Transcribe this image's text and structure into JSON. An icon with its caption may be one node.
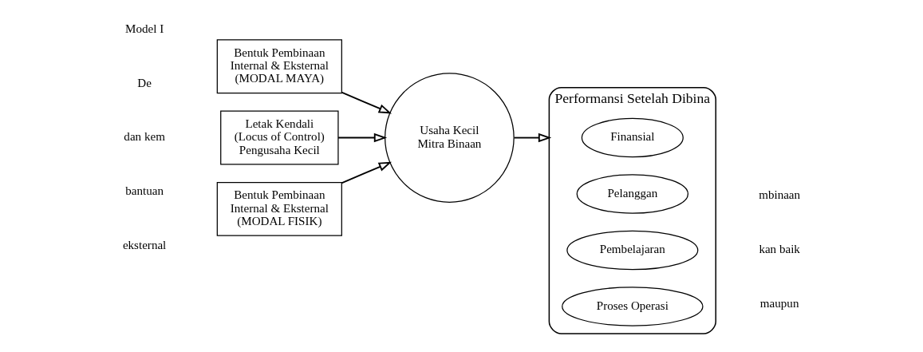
{
  "diagram": {
    "nodes": [
      {
        "text": [
          "Bentuk Pembinaan",
          "Internal & Eksternal",
          "(MODAL MAYA)"
        ]
      },
      {
        "text": [
          "Letak Kendali",
          "(Locus of Control)",
          "Pengusaha Kecil"
        ]
      },
      {
        "text": [
          "Usaha Kecil",
          "Mitra Binaan"
        ]
      },
      {
        "text": [
          "Bentuk Pembinaan",
          "Internal & Eksternal",
          "(MODAL FISIK)"
        ]
      },
      {
        "text": [
          "Performansi Setelah Dibina"
        ]
      },
      {
        "text": [
          "Finansial"
        ],
        "in": 4
      },
      {
        "text": [
          "Pelanggan"
        ],
        "in": 4
      },
      {
        "text": [
          "Pembelajaran"
        ],
        "in": 4
      },
      {
        "text": [
          "Proses Operasi"
        ],
        "in": 4
      }
    ],
    "edges": [
      {
        "from": 0,
        "to": 2,
        "arrow": "to"
      },
      {
        "from": 1,
        "to": 2,
        "arrow": "to"
      },
      {
        "from": 3,
        "to": 2,
        "arrow": "to"
      },
      {
        "from": 2,
        "to": 4,
        "arrow": "to"
      }
    ],
    "labels": [
      "Model I",
      "De",
      "dan kem",
      "bantuan",
      "eksternal",
      "mbinaan",
      "kan baik",
      "maupun"
    ]
  }
}
